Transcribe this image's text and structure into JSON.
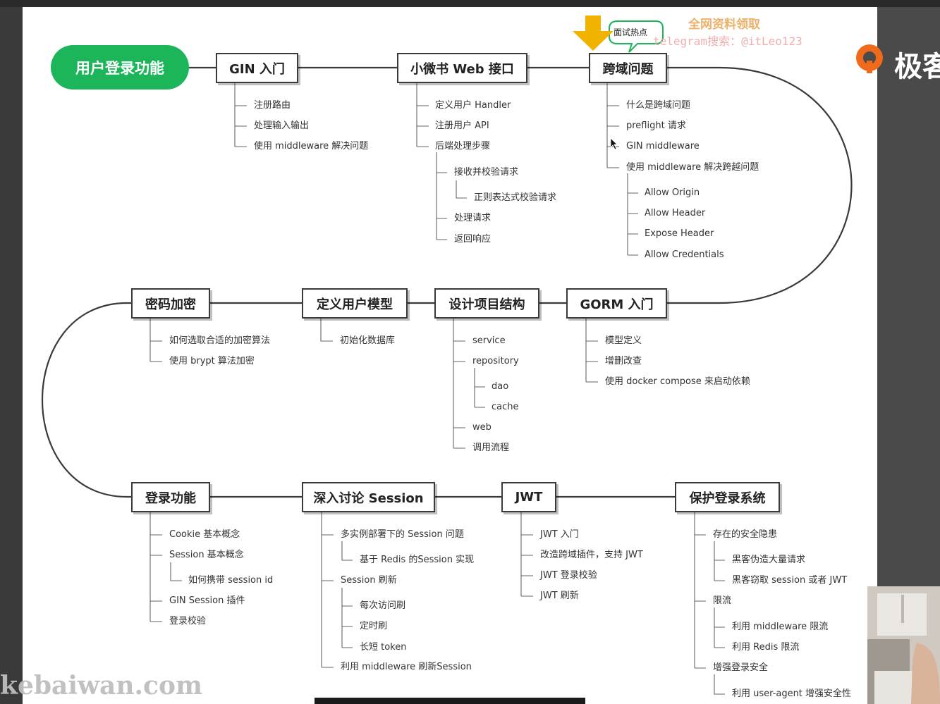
{
  "root": {
    "label": "用户登录功能"
  },
  "nodes": [
    {
      "id": "gin",
      "label": "GIN 入门",
      "items": [
        "注册路由",
        "处理输入输出",
        "使用 middleware 解决问题"
      ]
    },
    {
      "id": "webapi",
      "label": "小微书 Web 接口",
      "items": [
        "定义用户 Handler",
        "注册用户 API",
        "后端处理步骤",
        "接收并校验请求",
        "正则表达式校验请求",
        "处理请求",
        "返回响应"
      ]
    },
    {
      "id": "cors",
      "label": "跨域问题",
      "items": [
        "什么是跨域问题",
        "preflight 请求",
        "GIN middleware",
        "使用 middleware 解决跨越问题",
        "Allow Origin",
        "Allow Header",
        "Expose Header",
        "Allow Credentials"
      ]
    },
    {
      "id": "gorm",
      "label": "GORM 入门",
      "items": [
        "模型定义",
        "增删改查",
        "使用 docker compose 来启动依赖"
      ]
    },
    {
      "id": "structure",
      "label": "设计项目结构",
      "items": [
        "service",
        "repository",
        "dao",
        "cache",
        "web",
        "调用流程"
      ]
    },
    {
      "id": "model",
      "label": "定义用户模型",
      "items": [
        "初始化数据库"
      ]
    },
    {
      "id": "crypto",
      "label": "密码加密",
      "items": [
        "如何选取合适的加密算法",
        "使用 brypt 算法加密"
      ]
    },
    {
      "id": "login",
      "label": "登录功能",
      "items": [
        "Cookie 基本概念",
        "Session 基本概念",
        "如何携带 session id",
        "GIN Session 插件",
        "登录校验"
      ]
    },
    {
      "id": "session",
      "label": "深入讨论 Session",
      "items": [
        "多实例部署下的 Session 问题",
        "基于 Redis 的Session 实现",
        "Session 刷新",
        "每次访问刷",
        "定时刷",
        "长短 token",
        "利用 middleware  刷新Session"
      ]
    },
    {
      "id": "jwt",
      "label": "JWT",
      "items": [
        "JWT 入门",
        "改造跨域插件，支持 JWT",
        "JWT 登录校验",
        "JWT 刷新"
      ]
    },
    {
      "id": "protect",
      "label": "保护登录系统",
      "items": [
        "存在的安全隐患",
        "黑客伪造大量请求",
        "黑客窃取 session 或者 JWT",
        "限流",
        "利用 middleware 限流",
        "利用 Redis 限流",
        "增强登录安全",
        "利用 user-agent 增强安全性"
      ]
    }
  ],
  "callout": {
    "label": "面试热点"
  },
  "watermarks": {
    "line1": "全网资料领取",
    "line2": "telegram搜索：@itLeo123",
    "site": "kebaiwan.com"
  },
  "brand": {
    "name": "极客",
    "icon": "geektime-logo-icon"
  },
  "colors": {
    "root": "#1cb55a",
    "line": "#3a3a3a",
    "arrow": "#f2b300"
  }
}
